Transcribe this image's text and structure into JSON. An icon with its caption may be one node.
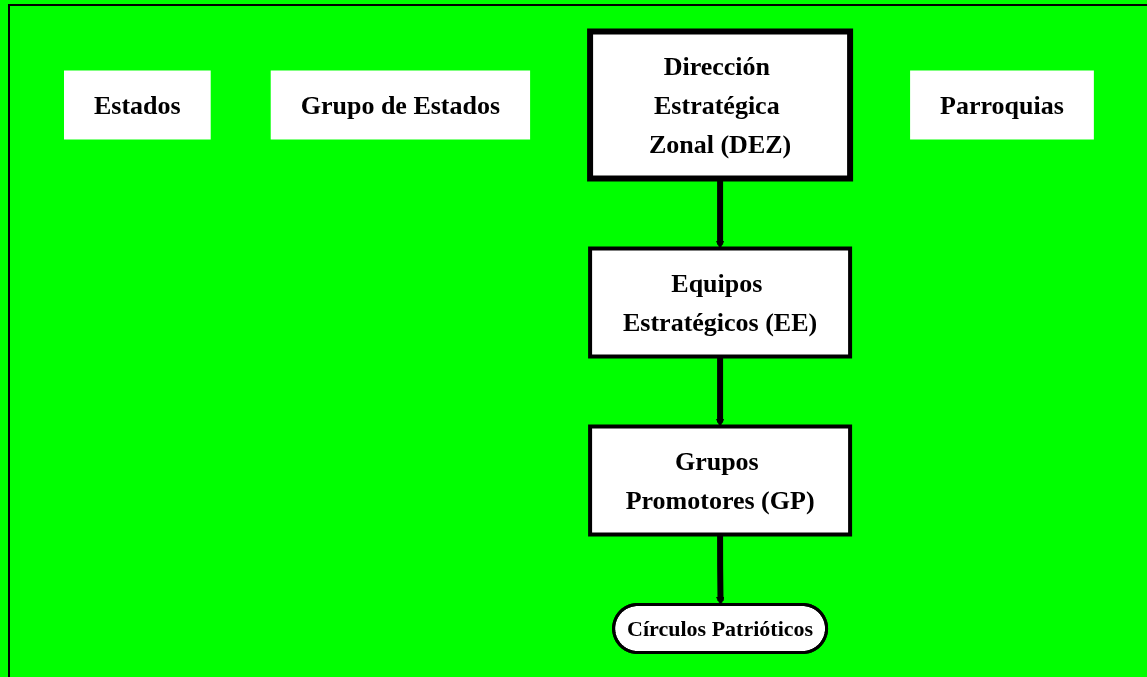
{
  "diagram": {
    "nodes": [
      {
        "text": [
          "Estados"
        ]
      },
      {
        "text": [
          "Grupo de Estados"
        ]
      },
      {
        "text": [
          "Equipos Estratégicos (EE)"
        ]
      },
      {
        "text": [
          "Dirección Estratégica Zonal (DEZ)"
        ]
      },
      {
        "text": [
          "Grupos Promotores (GP)"
        ]
      },
      {
        "text": [
          "Círculos Patrióticos"
        ]
      },
      {
        "text": [
          "Parroquias"
        ]
      }
    ],
    "edges": [
      {
        "from": 3,
        "to": 2,
        "arrow": "to"
      },
      {
        "from": 2,
        "to": 4,
        "arrow": "to"
      },
      {
        "from": 4,
        "to": 5,
        "arrow": "to"
      }
    ]
  }
}
